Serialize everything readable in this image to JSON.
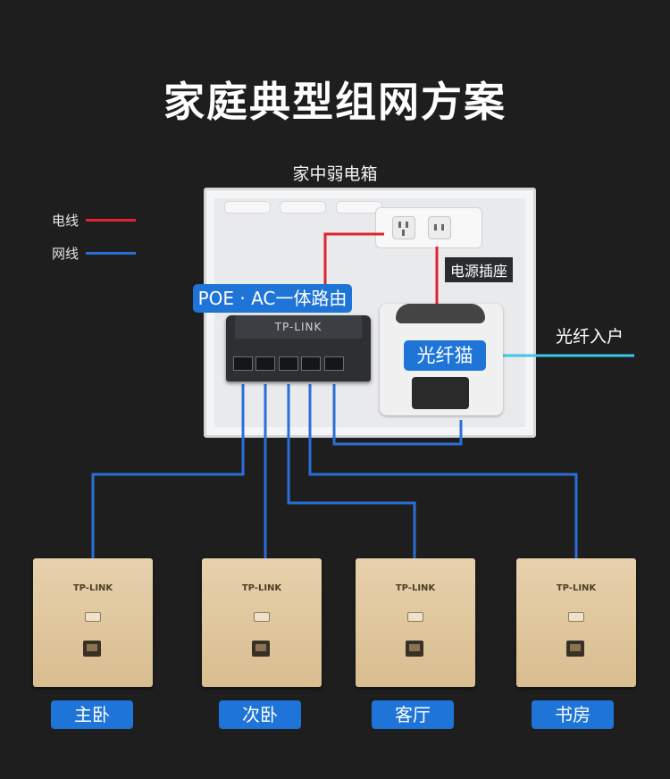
{
  "title": "家庭典型组网方案",
  "box_label": "家中弱电箱",
  "legend": [
    {
      "label": "电线",
      "color": "#e0242f"
    },
    {
      "label": "网线",
      "color": "#2a6fd6"
    }
  ],
  "labels": {
    "router": "POE · AC一体路由",
    "router_brand": "TP-LINK",
    "socket": "电源插座",
    "modem": "光纤猫",
    "fiber": "光纤入户"
  },
  "panels": [
    {
      "brand": "TP-LINK",
      "room": "主卧"
    },
    {
      "brand": "TP-LINK",
      "room": "次卧"
    },
    {
      "brand": "TP-LINK",
      "room": "客厅"
    },
    {
      "brand": "TP-LINK",
      "room": "书房"
    }
  ],
  "colors": {
    "accent": "#1f74d8",
    "power_wire": "#e0242f",
    "network_wire": "#2a6fd6",
    "fiber_wire": "#3fc6e6"
  }
}
